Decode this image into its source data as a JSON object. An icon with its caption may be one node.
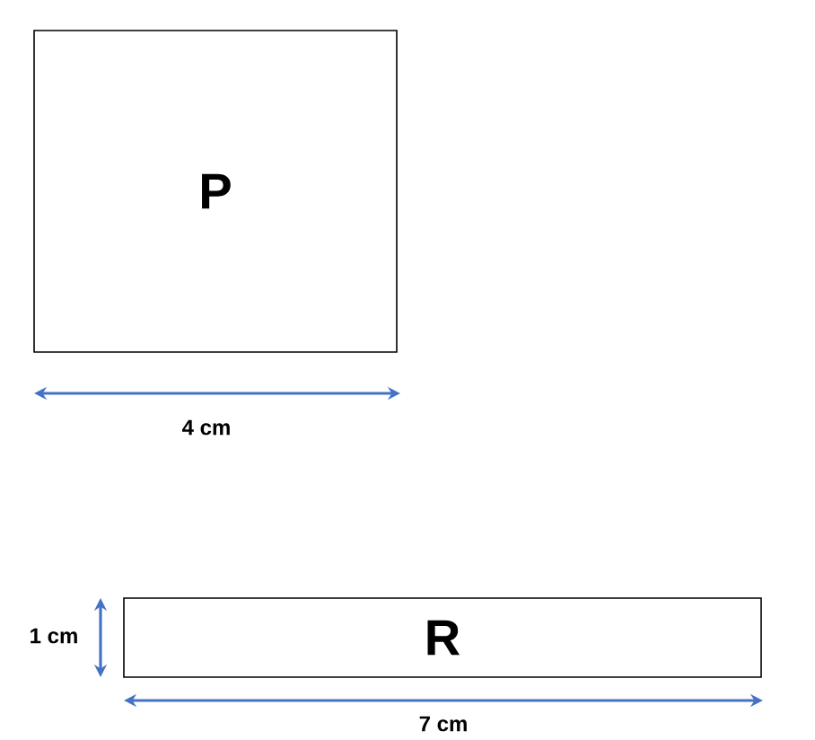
{
  "diagram": {
    "nodes": [
      {
        "text": [
          "P"
        ]
      },
      {
        "text": [
          "R"
        ]
      }
    ],
    "labels": [
      "4 cm",
      "1 cm",
      "7 cm"
    ]
  }
}
